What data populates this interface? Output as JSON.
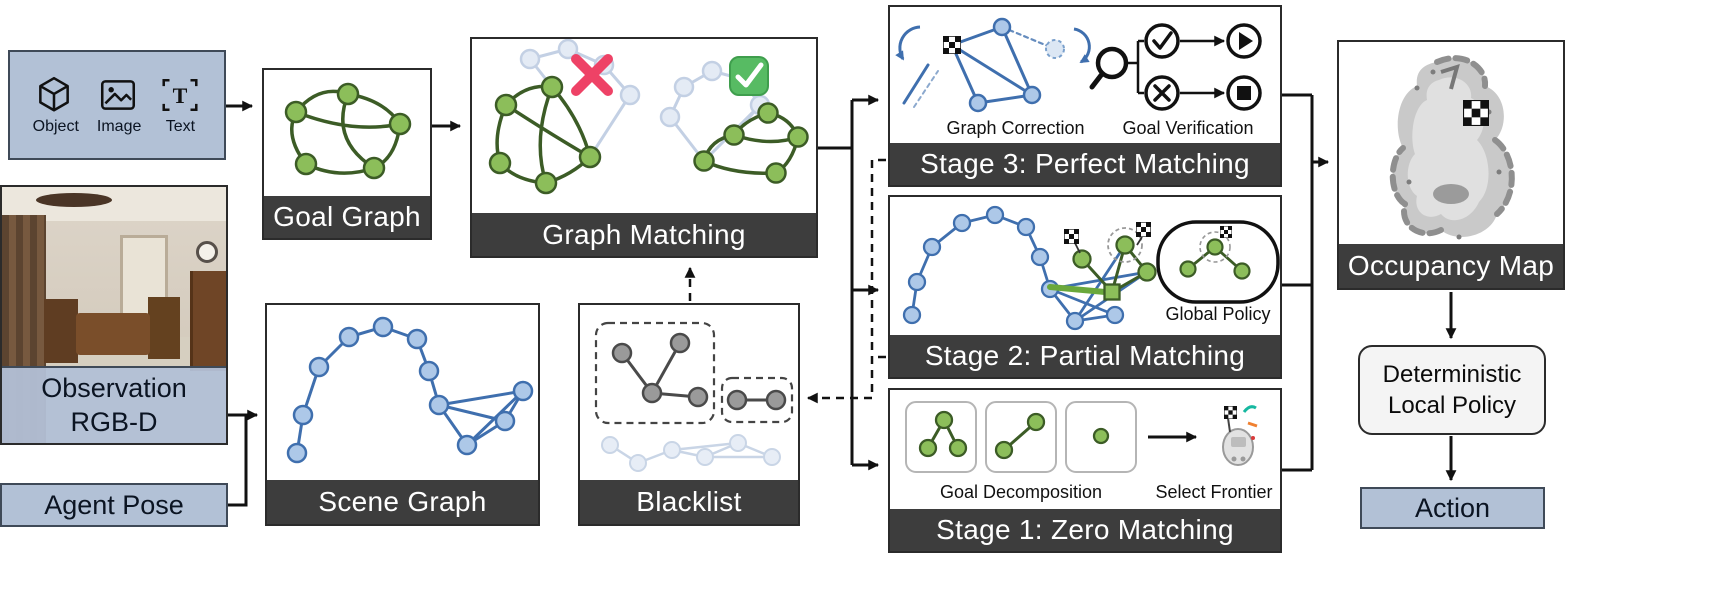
{
  "inputs": {
    "object_label": "Object",
    "image_label": "Image",
    "text_label": "Text",
    "observation_line1": "Observation",
    "observation_line2": "RGB-D",
    "agent_pose_label": "Agent Pose"
  },
  "panels": {
    "goal_graph": "Goal Graph",
    "scene_graph": "Scene Graph",
    "graph_matching": "Graph Matching",
    "blacklist": "Blacklist"
  },
  "stages": {
    "stage3": {
      "title": "Stage 3: Perfect Matching",
      "graph_correction": "Graph Correction",
      "goal_verification": "Goal Verification"
    },
    "stage2": {
      "title": "Stage 2: Partial Matching",
      "global_policy": "Global Policy"
    },
    "stage1": {
      "title": "Stage 1: Zero Matching",
      "goal_decomposition": "Goal Decomposition",
      "select_frontier": "Select Frontier"
    }
  },
  "outputs": {
    "occupancy_map": "Occupancy Map",
    "local_policy_line1": "Deterministic",
    "local_policy_line2": "Local Policy",
    "action_label": "Action"
  },
  "colors": {
    "panel_blue": "#b2c1d6",
    "bar_dark": "#3d3d3d",
    "green_node": "#8cbe5a",
    "green_edge": "#3c5c26",
    "blue_node": "#adc8e8",
    "blue_edge": "#3f6fae",
    "faded_node": "#e4ebf5",
    "gray_node": "#9a9a9a",
    "cross_red": "#ee4266",
    "check_green": "#57bb63"
  }
}
